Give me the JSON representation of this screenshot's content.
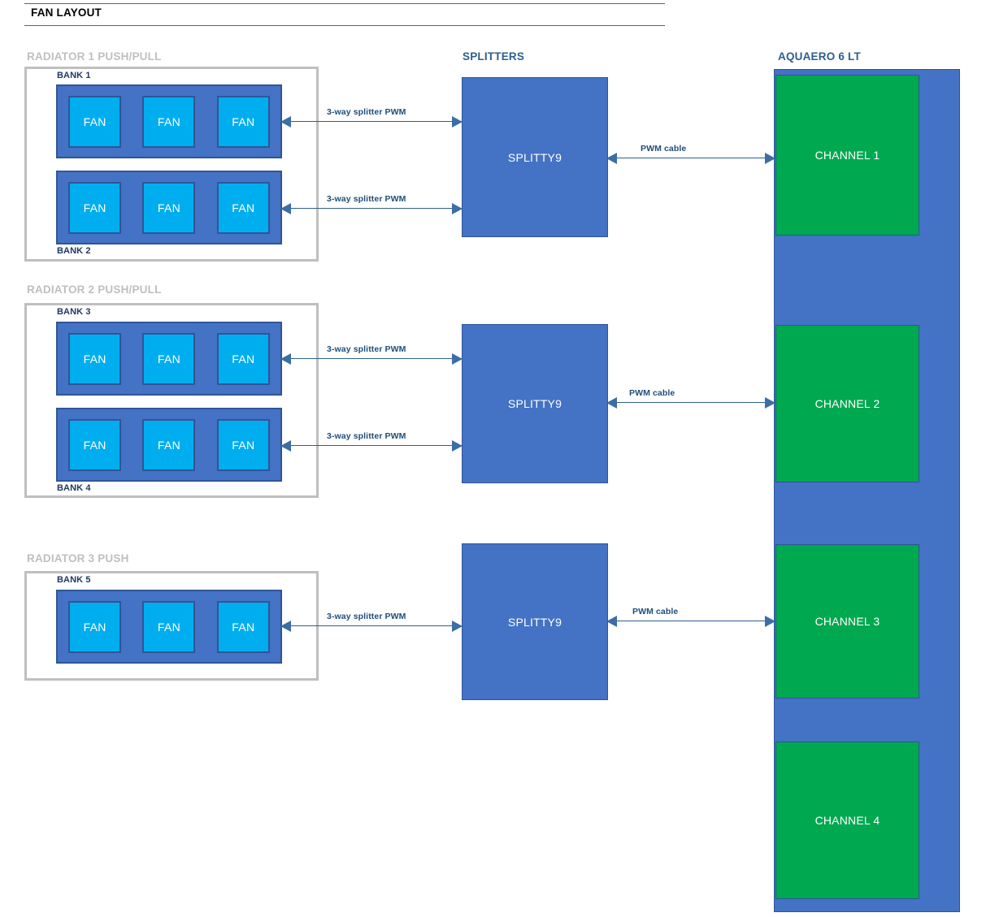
{
  "header": {
    "title": "FAN LAYOUT"
  },
  "columns": {
    "splitters_caption": "SPLITTERS",
    "aquaero_caption": "AQUAERO 6 LT"
  },
  "colors": {
    "bank_fill": "#4472C4",
    "bank_border": "#2F5597",
    "fan_fill": "#00AEEF",
    "channel_fill": "#00A84F",
    "splitter_fill": "#4472C4",
    "radiator_border": "#BFBFBF",
    "caption_blue": "#2E5E8E",
    "connector_blue": "#2E5E8E",
    "header_rule": "#44688C"
  },
  "fan_label": "FAN",
  "radiators": [
    {
      "label": "RADIATOR 1  PUSH/PULL",
      "banks": [
        {
          "label": "BANK 1",
          "label_position": "top",
          "fans": [
            "FAN",
            "FAN",
            "FAN"
          ]
        },
        {
          "label": "BANK 2",
          "label_position": "bottom",
          "fans": [
            "FAN",
            "FAN",
            "FAN"
          ]
        }
      ]
    },
    {
      "label": "RADIATOR 2  PUSH/PULL",
      "banks": [
        {
          "label": "BANK 3",
          "label_position": "top",
          "fans": [
            "FAN",
            "FAN",
            "FAN"
          ]
        },
        {
          "label": "BANK 4",
          "label_position": "bottom",
          "fans": [
            "FAN",
            "FAN",
            "FAN"
          ]
        }
      ]
    },
    {
      "label": "RADIATOR 3  PUSH",
      "banks": [
        {
          "label": "BANK 5",
          "label_position": "top",
          "fans": [
            "FAN",
            "FAN",
            "FAN"
          ]
        }
      ]
    }
  ],
  "splitters": [
    {
      "label": "SPLITTY9"
    },
    {
      "label": "SPLITTY9"
    },
    {
      "label": "SPLITTY9"
    }
  ],
  "channels": [
    {
      "label": "CHANNEL 1"
    },
    {
      "label": "CHANNEL 2"
    },
    {
      "label": "CHANNEL 3"
    },
    {
      "label": "CHANNEL 4"
    }
  ],
  "connectors": {
    "splitter_pwm_label": "3-way splitter PWM",
    "pwm_cable_label": "PWM cable",
    "bank_to_splitter": [
      {
        "label": "3-way splitter PWM"
      },
      {
        "label": "3-way splitter PWM"
      },
      {
        "label": "3-way splitter PWM"
      },
      {
        "label": "3-way splitter PWM"
      },
      {
        "label": "3-way splitter PWM"
      }
    ],
    "splitter_to_channel": [
      {
        "label": "PWM cable"
      },
      {
        "label": "PWM cable"
      },
      {
        "label": "PWM cable"
      }
    ]
  }
}
